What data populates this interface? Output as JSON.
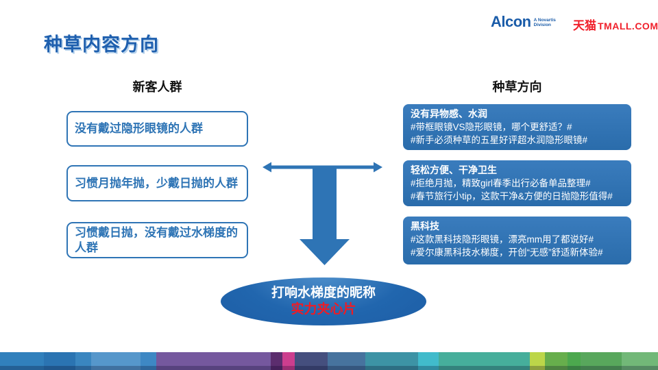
{
  "header": {
    "alcon_logo": "Alcon",
    "alcon_sub": "A Novartis Division",
    "tmall_cn": "天猫",
    "tmall_en": "TMALL.COM"
  },
  "title": "种草内容方向",
  "columns": {
    "left_header": "新客人群",
    "right_header": "种草方向"
  },
  "audience_boxes": [
    "没有戴过隐形眼镜的人群",
    "习惯月抛年抛，少戴日抛的人群",
    "习惯戴日抛，没有戴过水梯度的人群"
  ],
  "direction_boxes": [
    {
      "title": "没有异物感、水润",
      "lines": [
        "#带框眼镜VS隐形眼镜，哪个更舒适？#",
        "#新手必须种草的五星好评超水润隐形眼镜#"
      ]
    },
    {
      "title": "轻松方便、干净卫生",
      "lines": [
        "#拒绝月抛，精致girl春季出行必备单品整理#",
        "#春节旅行小tip，这款干净&方便的日抛隐形值得#"
      ]
    },
    {
      "title": "黑科技",
      "lines": [
        "#这款黑科技隐形眼镜，漂亮mm用了都说好#",
        "#爱尔康黑科技水梯度，开创“无感”舒适新体验#"
      ]
    }
  ],
  "conclusion": {
    "line1": "打响水梯度的昵称",
    "line2": "实力夹心片"
  },
  "colors": {
    "primary_blue": "#2e74b5",
    "title_blue": "#1e5fae",
    "alcon_blue": "#1a5ca9",
    "tmall_red": "#f0202b",
    "highlight_red": "#ee1c25"
  },
  "footer_strip": [
    {
      "c": "#3180bc",
      "w": 64
    },
    {
      "c": "#2b74b2",
      "w": 46
    },
    {
      "c": "#3a86c0",
      "w": 23
    },
    {
      "c": "#5697cb",
      "w": 72
    },
    {
      "c": "#3e88c4",
      "w": 23
    },
    {
      "c": "#75589e",
      "w": 167
    },
    {
      "c": "#5c2d6e",
      "w": 17
    },
    {
      "c": "#cc3e8e",
      "w": 18
    },
    {
      "c": "#454f7e",
      "w": 48
    },
    {
      "c": "#47739e",
      "w": 55
    },
    {
      "c": "#3d93a5",
      "w": 77
    },
    {
      "c": "#41bbcb",
      "w": 30
    },
    {
      "c": "#46ae9b",
      "w": 133
    },
    {
      "c": "#bcd649",
      "w": 22
    },
    {
      "c": "#67ae4c",
      "w": 33
    },
    {
      "c": "#4ca84e",
      "w": 19
    },
    {
      "c": "#58a75c",
      "w": 60
    },
    {
      "c": "#72b878",
      "w": 53
    }
  ]
}
